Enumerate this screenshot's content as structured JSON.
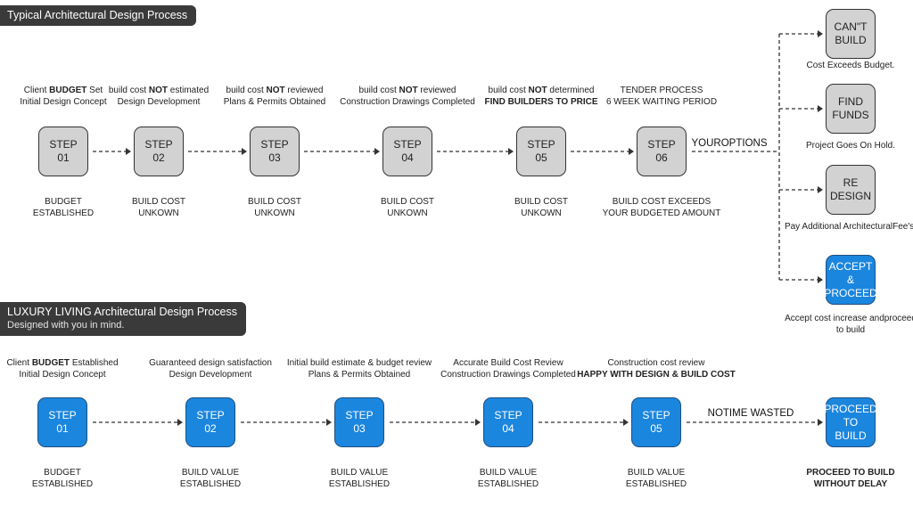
{
  "top": {
    "banner": "Typical Architectural Design Process",
    "steps": [
      {
        "above": [
          "Client |BUDGET| Set",
          "Initial Design Concept"
        ],
        "l1": "STEP",
        "l2": "01",
        "below": [
          "BUDGET",
          "ESTABLISHED"
        ]
      },
      {
        "above": [
          "build cost |NOT| estimated",
          "Design Development"
        ],
        "l1": "STEP",
        "l2": "02",
        "below": [
          "BUILD COST",
          "UNKOWN"
        ]
      },
      {
        "above": [
          "build cost |NOT| reviewed",
          "Plans & Permits Obtained"
        ],
        "l1": "STEP",
        "l2": "03",
        "below": [
          "BUILD COST",
          "UNKOWN"
        ]
      },
      {
        "above": [
          "build cost |NOT| reviewed",
          "Construction Drawings Completed"
        ],
        "l1": "STEP",
        "l2": "04",
        "below": [
          "BUILD COST",
          "UNKOWN"
        ]
      },
      {
        "above": [
          "build cost |NOT| determined",
          "|FIND BUILDERS TO PRICE|"
        ],
        "l1": "STEP",
        "l2": "05",
        "below": [
          "BUILD COST",
          "UNKOWN"
        ]
      },
      {
        "above": [
          "TENDER PROCESS",
          "6 WEEK WAITING PERIOD"
        ],
        "l1": "STEP",
        "l2": "06",
        "below": [
          "BUILD COST EXCEEDS",
          "YOUR BUDGETED AMOUNT"
        ]
      }
    ],
    "connector_label": [
      "YOUR",
      "OPTIONS"
    ]
  },
  "options": [
    {
      "lines": [
        "CAN\"T",
        "BUILD"
      ],
      "caption": [
        "Cost Exceeds Budget."
      ],
      "color": "#d2d2d2"
    },
    {
      "lines": [
        "FIND",
        "FUNDS"
      ],
      "caption": [
        "Project Goes On Hold."
      ],
      "color": "#d2d2d2"
    },
    {
      "lines": [
        "RE",
        "DESIGN"
      ],
      "caption": [
        "Pay Additional Architectural",
        "Fee's."
      ],
      "color": "#d2d2d2"
    },
    {
      "lines": [
        "ACCEPT",
        "&",
        "PROCEED"
      ],
      "caption": [
        "Accept cost increase and",
        "proceed to build"
      ],
      "color": "#1b86de"
    }
  ],
  "bottom": {
    "banner": "LUXURY LIVING Architectural Design Process",
    "banner_sub": "Designed with you in mind.",
    "steps": [
      {
        "above": [
          "Client |BUDGET| Established",
          "Initial Design Concept"
        ],
        "l1": "STEP",
        "l2": "01",
        "below": [
          "BUDGET",
          "ESTABLISHED"
        ]
      },
      {
        "above": [
          "Guaranteed design satisfaction",
          "Design Development"
        ],
        "l1": "STEP",
        "l2": "02",
        "below": [
          "BUILD VALUE",
          "ESTABLISHED"
        ]
      },
      {
        "above": [
          "Initial build estimate & budget review",
          "Plans & Permits Obtained"
        ],
        "l1": "STEP",
        "l2": "03",
        "below": [
          "BUILD VALUE",
          "ESTABLISHED"
        ]
      },
      {
        "above": [
          "Accurate Build Cost Review",
          "Construction Drawings Completed"
        ],
        "l1": "STEP",
        "l2": "04",
        "below": [
          "BUILD VALUE",
          "ESTABLISHED"
        ]
      },
      {
        "above": [
          "Construction cost review",
          "|HAPPY WITH DESIGN & BUILD COST|"
        ],
        "l1": "STEP",
        "l2": "05",
        "below": [
          "BUILD VALUE",
          "ESTABLISHED"
        ]
      }
    ],
    "connector_label": [
      "NO",
      "TIME WASTED"
    ],
    "final": {
      "lines": [
        "PROCEED",
        "TO",
        "BUILD"
      ],
      "below": [
        "PROCEED TO BUILD",
        "WITHOUT DELAY"
      ]
    }
  },
  "colors": {
    "gray": "#d2d2d2",
    "blue": "#1b86de",
    "banner": "#3a3a3a",
    "connector": "#333333"
  }
}
